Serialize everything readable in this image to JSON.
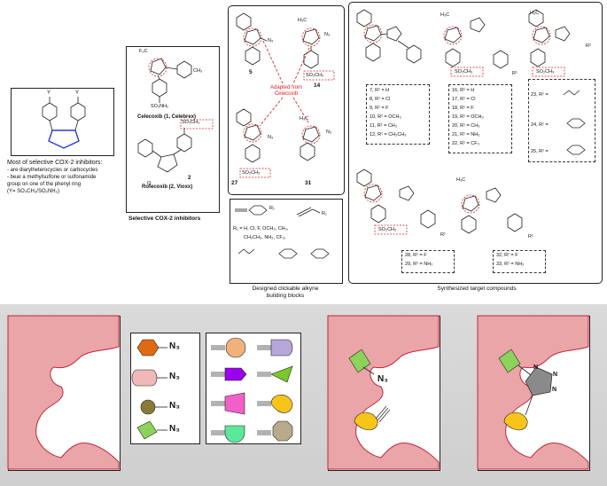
{
  "top": {
    "intro": {
      "substituent_y": "Y",
      "lines": [
        "Most of selective COX-2 inhibitors:",
        "- are diarylheterocycles or carbocycles",
        "- bear a methylsulfone or sulfonamide",
        "  group on one of the phenyl ring",
        "  (Y= SO₂CH₃/SO₂NH₂)"
      ]
    },
    "cox2": {
      "celecoxib_cf3": "F₃C",
      "celecoxib_ch3": "CH₃",
      "celecoxib_so2nh2": "SO₂NH₂",
      "celecoxib_name": "Celecoxib (1, Celebrex)",
      "rofecoxib_so2ch3": "SO₂CH₃",
      "rofecoxib_num": "2",
      "rofecoxib_name": "Rofecoxib (2, Vioxx)",
      "rofecoxib_o": "O",
      "caption": "Selective COX-2 inhibitors"
    },
    "adapted": {
      "n3": "N₃",
      "h3c": "H₃C",
      "so2ch3": "SO₂CH₃",
      "num5": "5",
      "num14": "14",
      "num27": "27",
      "num31": "31",
      "adapted_text": "Adapted from\nCelecoxib"
    },
    "alkyne": {
      "r1": "R₁",
      "r1_def": "R₁  =   H,  Cl,  F,  OCH₃,  CH₃,",
      "r1_def2": "CH₂CH₃,  NH₂,  CF₃,",
      "caption": "Designed clickable alkyne\nbuilding blocks"
    },
    "synth": {
      "h3c": "H₃C",
      "so2ch3": "SO₂CH₃",
      "r1": "R¹",
      "r2": "R²",
      "list_a": [
        "7,    R¹ = H",
        "8,    R¹ = Cl",
        "9,    R¹ = F",
        "10,  R¹ = OCH₃",
        "11,  R¹ = CH₃",
        "12,  R¹ = CH₂CH₃"
      ],
      "list_b": [
        "16,  R¹ = H",
        "17,  R¹ = Cl",
        "18,  R¹ = F",
        "19,  R¹ = OCH₃",
        "20,  R¹ = CH₃",
        "21,  R¹ = NH₂",
        "22,  R¹ = CF₃"
      ],
      "list_c": [
        "23,  R¹ =",
        "24,  R¹ =",
        "25,  R¹ ="
      ],
      "list_d": [
        "28,  R¹ = F",
        "29,  R¹ = NH₂"
      ],
      "list_e": [
        "32,  R¹ = F",
        "33,  R¹ = NH₂"
      ],
      "caption": "Synthesized target compounds"
    }
  },
  "bottom": {
    "n3": "N₃",
    "colors": {
      "pocket": "#e9a5a8",
      "pocket_edge": "#c0283a",
      "orange": "#e06a10",
      "pink": "#f0b8b8",
      "olive": "#8a7a3a",
      "green": "#8bd35a",
      "peach": "#f2b07a",
      "purple": "#9b00ee",
      "magenta": "#f060c8",
      "mint": "#5ce89a",
      "lavender": "#b7a6d8",
      "lime": "#7ac82a",
      "yellow": "#f7c51a",
      "taupe": "#b8aa8a",
      "triazole": "#8a8a8a"
    },
    "triazole_n": "N"
  }
}
